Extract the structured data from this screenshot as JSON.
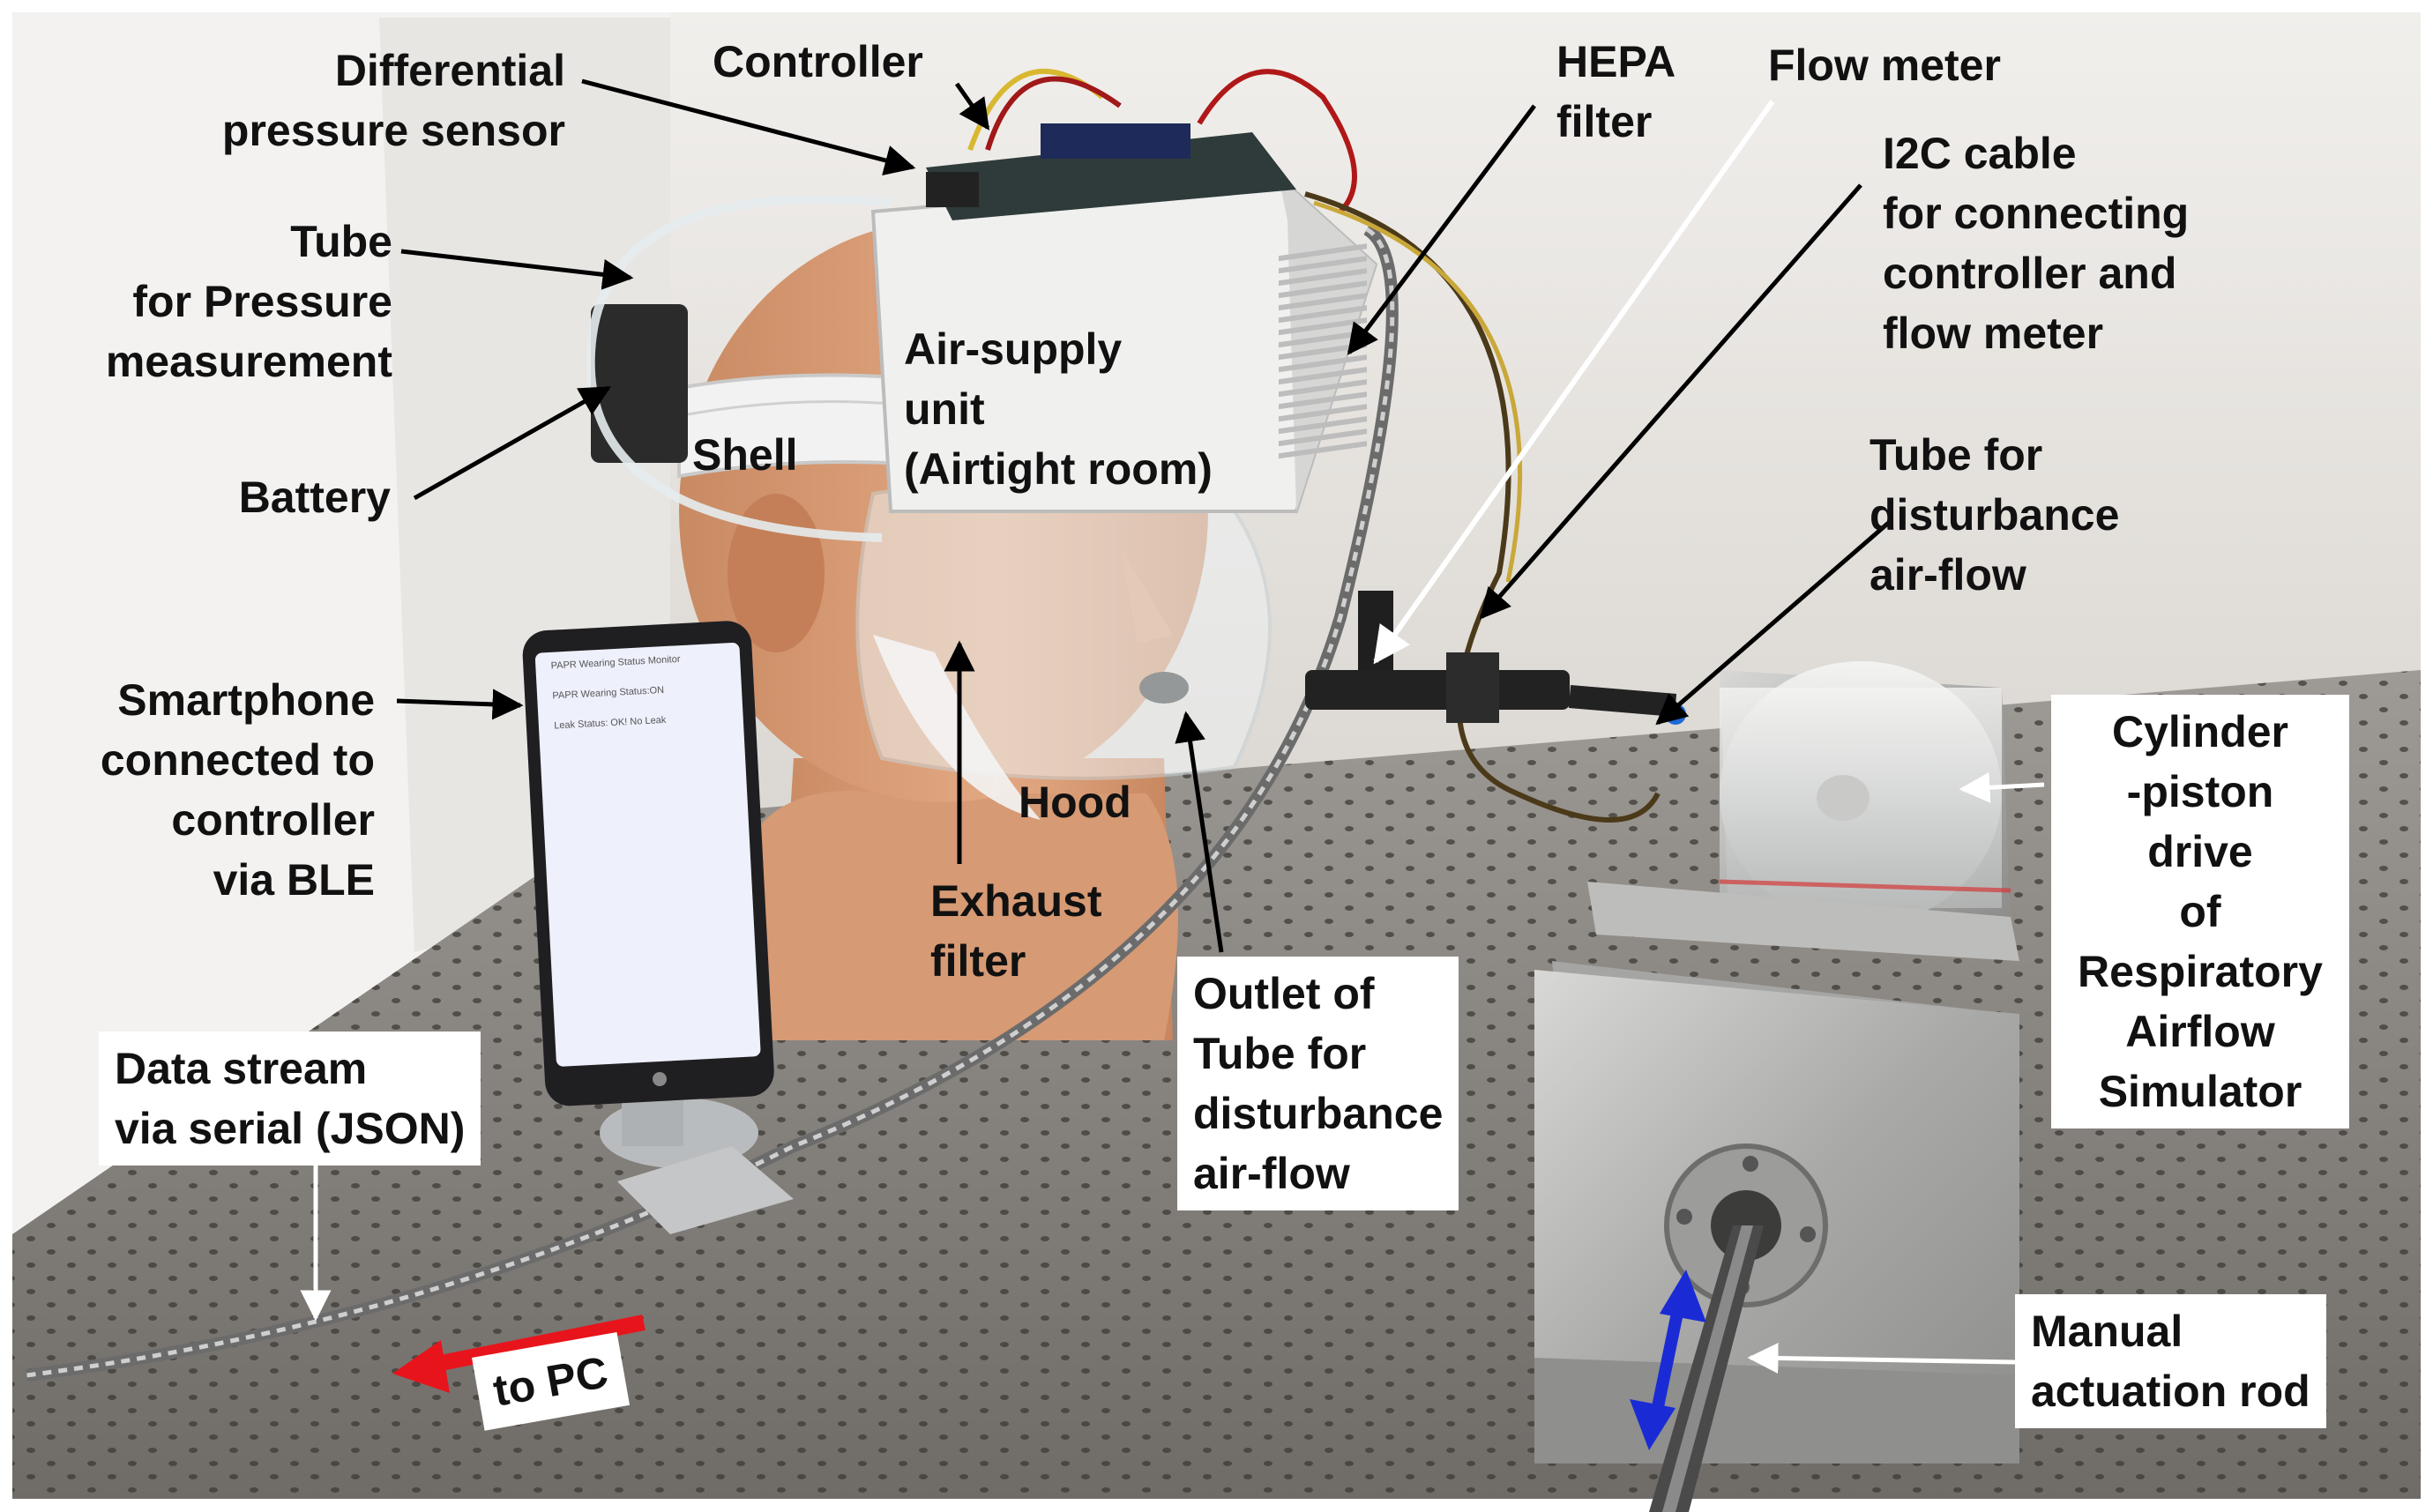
{
  "figure": {
    "labels": {
      "differential_pressure_sensor": "Differential\npressure sensor",
      "controller": "Controller",
      "hepa_filter": "HEPA\nfilter",
      "flow_meter": "Flow meter",
      "i2c_cable": "I2C cable\nfor connecting\ncontroller and\nflow meter",
      "tube_pressure": "Tube\nfor Pressure\nmeasurement",
      "air_supply_unit": "Air-supply\nunit\n(Airtight room)",
      "shell": "Shell",
      "battery": "Battery",
      "tube_disturbance": "Tube for\ndisturbance\nair-flow",
      "smartphone": "Smartphone\nconnected to\ncontroller\nvia BLE",
      "hood": "Hood",
      "exhaust_filter": "Exhaust\nfilter",
      "outlet_tube": "Outlet of\nTube for\ndisturbance\nair-flow",
      "cylinder_piston": "Cylinder\n-piston\ndrive\nof\nRespiratory\nAirflow\nSimulator",
      "data_stream": "Data stream\nvia serial (JSON)",
      "to_pc": "to PC",
      "manual_rod": "Manual\nactuation rod"
    },
    "phone_screen": {
      "title": "PAPR Wearing Status Monitor",
      "wearing_status": "PAPR Wearing Status:ON",
      "leak_status": "Leak Status: OK! No Leak"
    },
    "colors": {
      "to_pc_arrow": "#e8141b",
      "rod_arrow": "#1a2bd6",
      "background_wall": "#e7e3de",
      "table": "#8a8580"
    }
  }
}
